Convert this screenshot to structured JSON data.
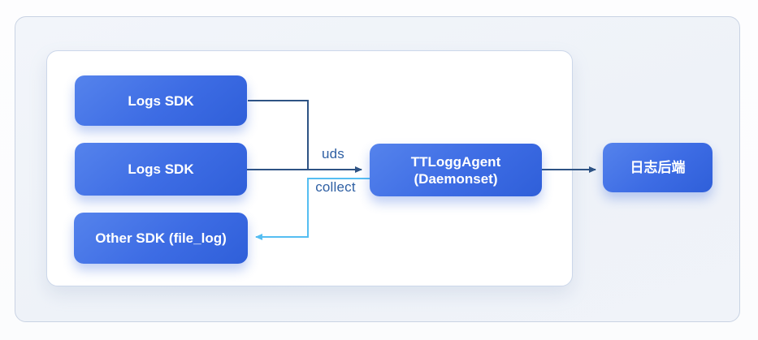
{
  "diagram": {
    "title": "logging pipeline diagram",
    "nodes": [
      {
        "id": "logs-sdk-1",
        "label": "Logs SDK"
      },
      {
        "id": "logs-sdk-2",
        "label": "Logs SDK"
      },
      {
        "id": "other-sdk",
        "label": "Other SDK (file_log)"
      },
      {
        "id": "ttlogg-agent",
        "label_line1": "TTLoggAgent",
        "label_line2": "(Daemonset)"
      },
      {
        "id": "log-backend",
        "label": "日志后端"
      }
    ],
    "edges": [
      {
        "from": "logs-sdk-1",
        "to": "ttlogg-agent",
        "label": "",
        "style": "dark"
      },
      {
        "from": "logs-sdk-2",
        "to": "ttlogg-agent",
        "label": "uds",
        "style": "dark"
      },
      {
        "from": "ttlogg-agent",
        "to": "log-backend",
        "label": "",
        "style": "dark"
      },
      {
        "from": "ttlogg-agent",
        "to": "other-sdk",
        "label": "collect",
        "style": "light"
      }
    ],
    "edge_labels": {
      "uds": "uds",
      "collect": "collect"
    },
    "colors": {
      "node_gradient_start": "#5583ec",
      "node_gradient_end": "#2f5fd9",
      "dark_edge": "#2e5384",
      "light_edge": "#55bef2",
      "edge_label_text": "#2e5fa3",
      "outer_panel_fill": "#f0f3f9",
      "outer_panel_border": "#c9d3e3",
      "inner_panel_fill": "#ffffff",
      "node_text": "#ffffff"
    }
  }
}
